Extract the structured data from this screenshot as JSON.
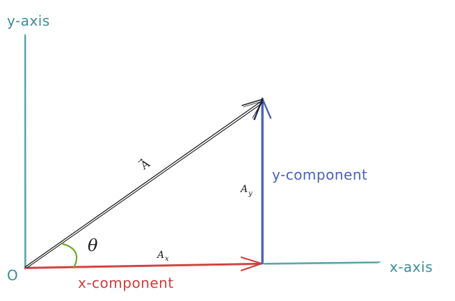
{
  "labels": {
    "y_axis": "y-axis",
    "x_axis": "x-axis",
    "origin": "O",
    "vector_letter": "A",
    "vector_arrow": "→",
    "theta": "θ",
    "ax_base": "A",
    "ax_sub": "x",
    "ay_base": "A",
    "ay_sub": "y",
    "x_component": "x-component",
    "y_component": "y-component"
  },
  "colors": {
    "axis": "#3a8f95",
    "vector": "#1e1e1e",
    "x_component": "#d03c3c",
    "y_component": "#4a5fc1",
    "angle_arc": "#6fa832",
    "text_dark": "#1e1e1e"
  }
}
